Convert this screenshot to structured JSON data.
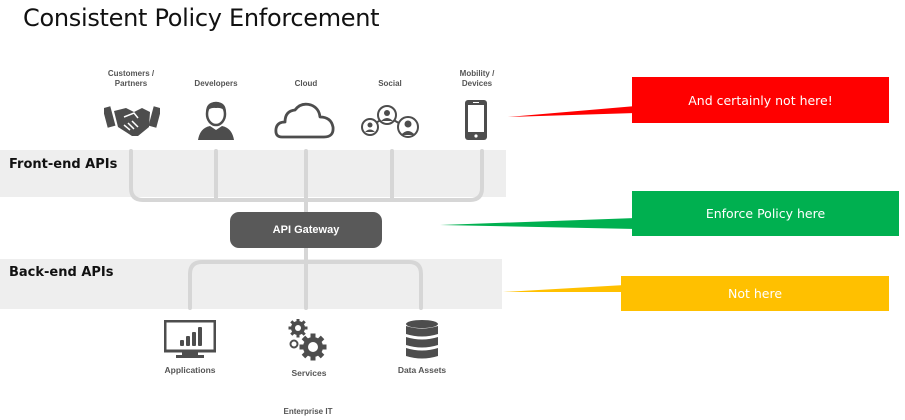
{
  "title": "Consistent Policy Enforcement",
  "front_end": {
    "label": "Front-end APIs",
    "consumers": [
      {
        "label_line1": "Customers /",
        "label_line2": "Partners",
        "icon": "handshake-icon"
      },
      {
        "label_line1": "",
        "label_line2": "Developers",
        "icon": "person-icon"
      },
      {
        "label_line1": "",
        "label_line2": "Cloud",
        "icon": "cloud-icon"
      },
      {
        "label_line1": "",
        "label_line2": "Social",
        "icon": "social-network-icon"
      },
      {
        "label_line1": "Mobility /",
        "label_line2": "Devices",
        "icon": "mobile-phone-icon"
      }
    ]
  },
  "gateway": {
    "label": "API Gateway"
  },
  "back_end": {
    "label": "Back-end APIs",
    "assets": [
      {
        "label": "Applications",
        "icon": "monitor-chart-icon"
      },
      {
        "label": "Services",
        "icon": "gears-icon"
      },
      {
        "label": "Data Assets",
        "icon": "database-icon"
      }
    ],
    "group_label": "Enterprise IT"
  },
  "callouts": [
    {
      "text": "And certainly not here!",
      "color": "#ff0000"
    },
    {
      "text": "Enforce Policy here",
      "color": "#00b050"
    },
    {
      "text": "Not here",
      "color": "#ffc000"
    }
  ],
  "colors": {
    "icon": "#4d4d4d",
    "connector": "#d6d6d6",
    "band": "#eeeeee",
    "gateway": "#595959"
  }
}
